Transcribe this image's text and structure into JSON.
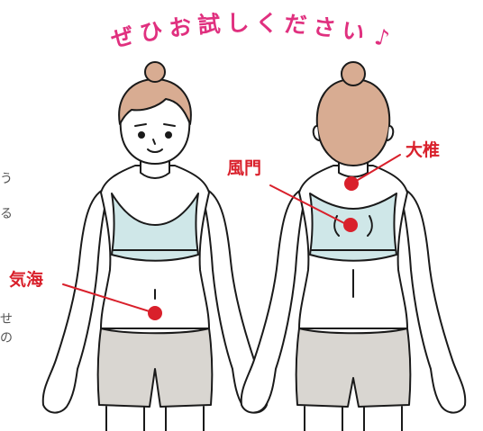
{
  "headline": {
    "chars": [
      "ぜ",
      "ひ",
      "お",
      "試",
      "し",
      "く",
      "だ",
      "さ",
      "い",
      "♪"
    ],
    "color": "#e0307f"
  },
  "points": {
    "taitsui": "大椎",
    "fumon": "風門",
    "kikai": "気海"
  },
  "edge_text": [
    "う",
    "る",
    "せ",
    "の"
  ],
  "colors": {
    "accent": "#d9202b",
    "skin": "#ffffff",
    "hair": "#d8ac92",
    "top": "#cfe7e8",
    "shorts": "#d9d6d1",
    "outline": "#1a1a1a"
  }
}
